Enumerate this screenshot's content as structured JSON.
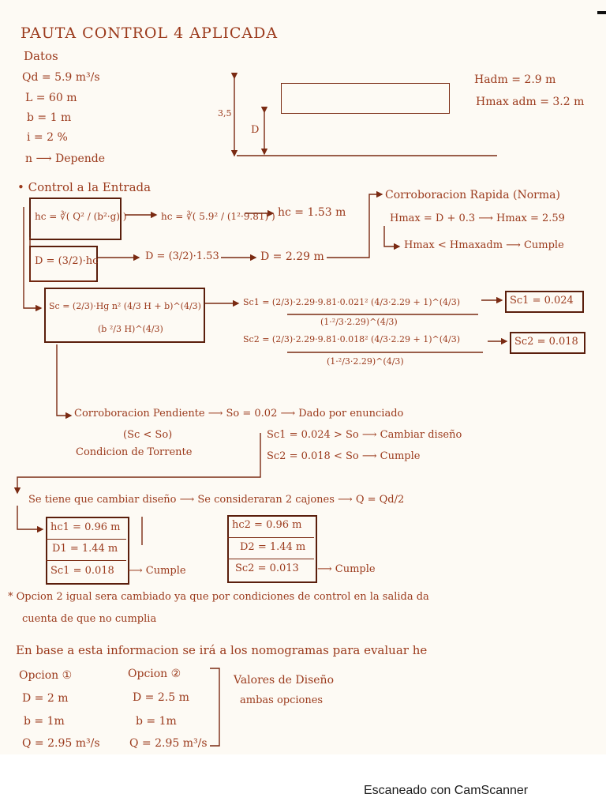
{
  "doc": {
    "title": "PAUTA CONTROL 4 APLICADA",
    "datos": {
      "heading": "Datos",
      "q": "Qd = 5.9 m³/s",
      "l": "L = 60 m",
      "b": "b = 1 m",
      "i": "i = 2 %",
      "n": "n ⟶ Depende"
    },
    "sketch": {
      "label_35": "3,5",
      "label_d": "D"
    },
    "hadm": {
      "h1": "Hadm = 2.9 m",
      "h2": "Hmax adm = 3.2 m"
    },
    "control": {
      "heading": "• Control a la Entrada",
      "hc_formula": "hc = ∛( Q² / (b²·g) )",
      "hc_sub": "hc = ∛( 5.9² / (1²·9.81) )",
      "hc_result": "hc = 1.53 m",
      "d_formula": "D = (3/2)·hc",
      "d_sub": "D = (3/2)·1.53",
      "d_result": "D = 2.29 m",
      "rapida_title": "Corroboracion Rapida (Norma)",
      "rapida_1": "Hmax = D + 0.3 ⟶ Hmax = 2.59",
      "rapida_2": "Hmax < Hmaxadm ⟶ Cumple",
      "sc_formula_l1": "Sc = (2/3)·Hg n² (4/3 H + b)^(4/3)",
      "sc_formula_l2": "(b ²/3 H)^(4/3)",
      "sc1_num": "Sc1 = (2/3)·2.29·9.81·0.021² (4/3·2.29 + 1)^(4/3)",
      "sc1_den": "(1·²/3·2.29)^(4/3)",
      "sc1_result": "Sc1 = 0.024",
      "sc2_num": "Sc2 = (2/3)·2.29·9.81·0.018² (4/3·2.29 + 1)^(4/3)",
      "sc2_den": "(1·²/3·2.29)^(4/3)",
      "sc2_result": "Sc2 = 0.018",
      "pend_1": "Corroboracion Pendiente ⟶ So = 0.02 ⟶ Dado por enunciado",
      "pend_2": "(Sc < So)",
      "pend_3": "Condicion de Torrente",
      "pend_4": "Sc1 = 0.024 > So ⟶ Cambiar diseño",
      "pend_5": "Sc2 = 0.018 < So ⟶ Cumple"
    },
    "cambio": {
      "line": "Se tiene que cambiar diseño ⟶ Se consideraran 2 cajones ⟶ Q = Qd/2",
      "left": [
        "hc1 = 0.96 m",
        "D1 = 1.44 m",
        "Sc1 = 0.018"
      ],
      "right": [
        "hc2 = 0.96 m",
        "D2 = 1.44 m",
        "Sc2 = 0.013"
      ],
      "cumple_left": "⟶ Cumple",
      "cumple_right": "⟶ Cumple"
    },
    "note_1": "* Opcion 2 igual sera cambiado ya que por condiciones de control en la salida da",
    "note_2": "cuenta de que no cumplia",
    "base_line": "En base a esta informacion se irá a los nomogramas para evaluar he",
    "opcion1": {
      "title": "Opcion ①",
      "d": "D = 2 m",
      "b": "b = 1m",
      "q": "Q = 2.95 m³/s"
    },
    "opcion2": {
      "title": "Opcion ②",
      "d": "D = 2.5 m",
      "b": "b = 1m",
      "q": "Q = 2.95 m³/s"
    },
    "valores_1": "Valores de Diseño",
    "valores_2": "ambas opciones"
  },
  "footer": "Escaneado con CamScanner",
  "colors": {
    "ink": "#9b3a1c",
    "paper": "#fdfaf4"
  }
}
